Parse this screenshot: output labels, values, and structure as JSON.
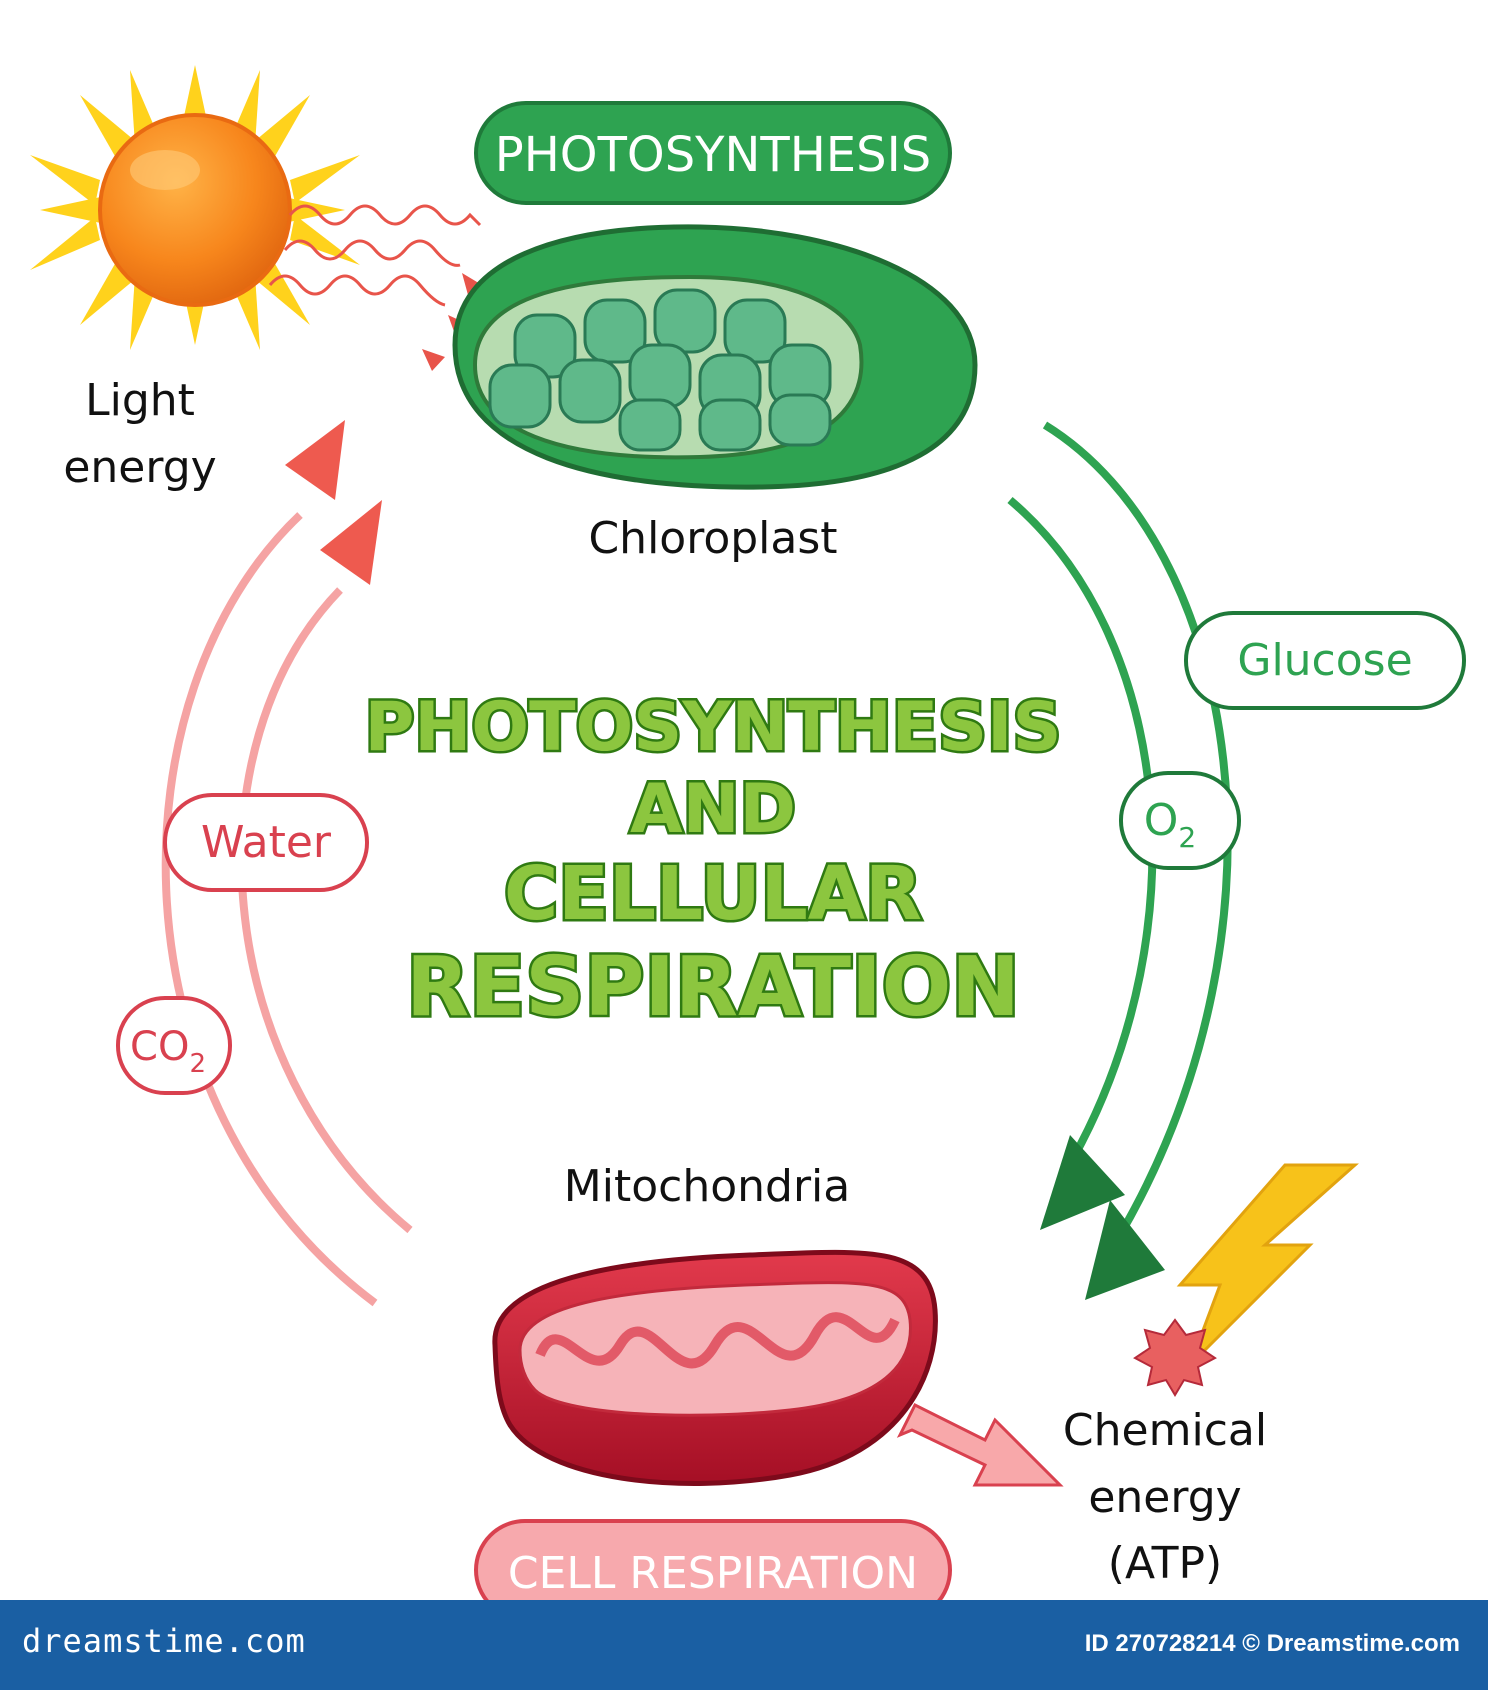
{
  "pills": {
    "photosynthesis": "PHOTOSYNTHESIS",
    "cell_respiration": "CELL RESPIRATION",
    "glucose": "Glucose",
    "water": "Water",
    "o2": {
      "base": "O",
      "sub": "2"
    },
    "co2": {
      "base": "CO",
      "sub": "2"
    }
  },
  "labels": {
    "light_line1": "Light",
    "light_line2": "energy",
    "chloroplast": "Chloroplast",
    "mitochondria": "Mitochondria",
    "chemical_line1": "Chemical",
    "chemical_line2": "energy",
    "chemical_line3": "(ATP)"
  },
  "title": {
    "line1": "PHOTOSYNTHESIS",
    "line2": "AND",
    "line3": "CELLULAR",
    "line4": "RESPIRATION"
  },
  "footer": {
    "brand": "dreamstime.com",
    "id_text": "ID 270728214 © Dreamstime.com"
  },
  "colors": {
    "green": "#2e9e4f",
    "dark_green": "#1f7a3a",
    "red": "#d9414f",
    "pink_arrow": "#f29a9a",
    "footer": "#1a5fa3"
  }
}
